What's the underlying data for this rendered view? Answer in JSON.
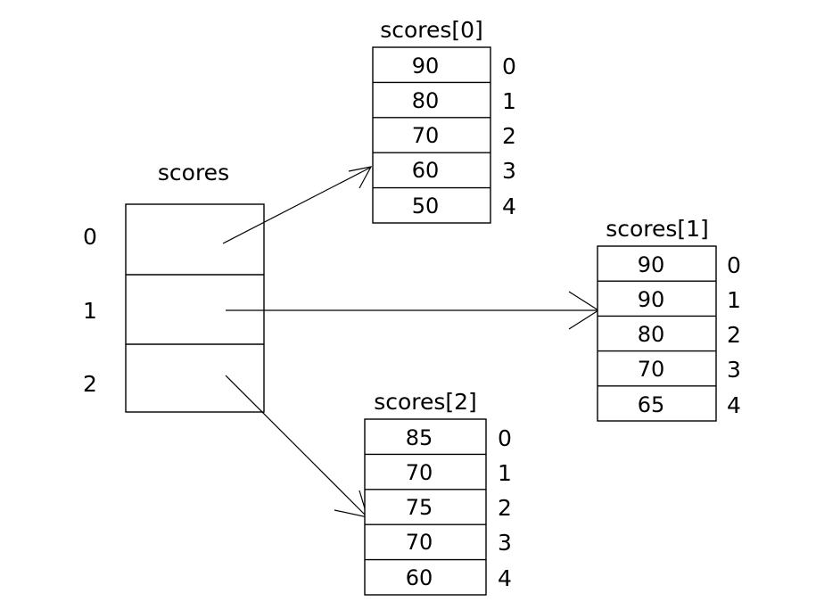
{
  "diagram": {
    "title": "scores",
    "outer": {
      "name": "scores",
      "label": "scores",
      "indices": [
        "0",
        "1",
        "2"
      ],
      "cells": [
        "",
        "",
        ""
      ]
    },
    "inner_arrays": [
      {
        "name": "scores[0]",
        "label": "scores[0]",
        "values": [
          "90",
          "80",
          "70",
          "60",
          "50"
        ],
        "indices": [
          "0",
          "1",
          "2",
          "3",
          "4"
        ]
      },
      {
        "name": "scores[1]",
        "label": "scores[1]",
        "values": [
          "90",
          "90",
          "80",
          "70",
          "65"
        ],
        "indices": [
          "0",
          "1",
          "2",
          "3",
          "4"
        ]
      },
      {
        "name": "scores[2]",
        "label": "scores[2]",
        "values": [
          "85",
          "70",
          "75",
          "70",
          "60"
        ],
        "indices": [
          "0",
          "1",
          "2",
          "3",
          "4"
        ]
      }
    ],
    "colors": {
      "stroke": "#000000",
      "fill": "#ffffff",
      "text": "#000000"
    }
  }
}
